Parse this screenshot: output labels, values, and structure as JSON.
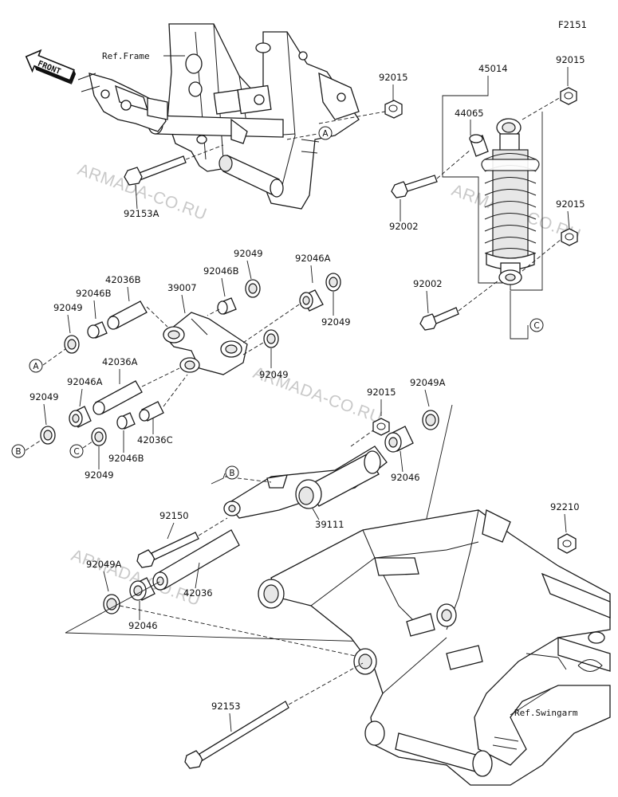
{
  "figure_code": "F2151",
  "front_label": "FRONT",
  "ref_frame": "Ref.Frame",
  "ref_swingarm": "Ref.Swingarm",
  "watermark": "ARMADA-CO.RU",
  "refs": {
    "a": "A",
    "b": "B",
    "c": "C"
  },
  "parts": {
    "p92015_top": "92015",
    "p45014": "45014",
    "p92015_right_top": "92015",
    "p44065": "44065",
    "p92153A": "92153A",
    "p92002_upper": "92002",
    "p92015_right_mid": "92015",
    "p92002_lower": "92002",
    "p92049_top": "92049",
    "p92046A_top": "92046A",
    "p42036B": "42036B",
    "p92046B_top": "92046B",
    "p39007": "39007",
    "p92046B_left": "92046B",
    "p92049_left_top": "92049",
    "p92049_right": "92049",
    "p92049_mid": "92049",
    "p42036A": "42036A",
    "p92046A_left": "92046A",
    "p92049_left_bottom": "92049",
    "p42036C": "42036C",
    "p92046B_bottom": "92046B",
    "p92049_bottom": "92049",
    "p92015_center": "92015",
    "p92049A_right": "92049A",
    "p92046_right": "92046",
    "p39111": "39111",
    "p92150": "92150",
    "p92210": "92210",
    "p92049A_left": "92049A",
    "p42036": "42036",
    "p92046_bottom": "92046",
    "p92153": "92153"
  }
}
